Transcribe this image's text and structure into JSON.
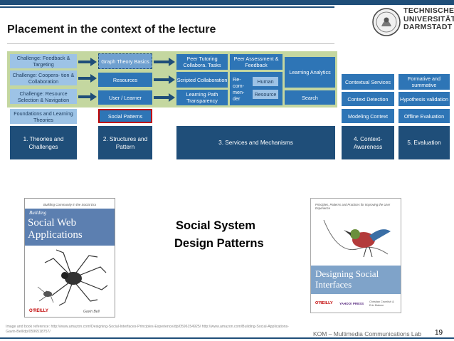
{
  "slide": {
    "title": "Placement in the context of the lecture",
    "logo": {
      "line1": "TECHNISCHE",
      "line2": "UNIVERSITÄT",
      "line3": "DARMSTADT"
    },
    "diagram": {
      "challenges": {
        "feedback": "Challenge: Feedback & Targeting",
        "cooperation": "Challenge: Coopera- tion & Collaboration",
        "resource": "Challenge: Resource Selection & Navigation",
        "foundations": "Foundations and Learning Theories"
      },
      "structures": {
        "graph": "Graph Theory Basics",
        "resources": "Resources",
        "user": "User / Learner",
        "patterns": "Social Patterns"
      },
      "services": {
        "peer_tutoring": "Peer Tutoring Collabora. Tasks",
        "scripted": "Scripted Collaboration",
        "learning_path": "Learning Path Transparency",
        "peer_assessment": "Peer Assessment & Feedback",
        "recommender": "Re- com- men- der",
        "human": "Human",
        "resource": "Resource",
        "analytics": "Learning Analytics",
        "search": "Search"
      },
      "context": {
        "contextual": "Contextual Services",
        "detection": "Context Detection",
        "modeling": "Modeling Context"
      },
      "evaluation": {
        "formative": "Formative and summative",
        "hypothesis": "Hypothesis validation",
        "offline": "Offline Evaluation"
      },
      "bottom": {
        "theories": "1. Theories and Challenges",
        "structures": "2. Structures and Pattern",
        "services": "3. Services and Mechanisms",
        "context": "4. Context- Awareness",
        "evaluation": "5. Evaluation"
      }
    },
    "book1": {
      "tagline": "Building Community in the Social Era",
      "title_top": "Building",
      "title_main": "Social Web Applications",
      "publisher": "O'REILLY",
      "author": "Gavin Bell"
    },
    "book2": {
      "tagline": "Principles, Patterns and Practices for Improving the User Experience",
      "title_main": "Designing Social Interfaces",
      "publisher": "O'REILLY",
      "copublisher": "YAHOO! PRESS",
      "authors": "Christian Crumlish & Erin Malone"
    },
    "main_text": {
      "line1": "Social System",
      "line2": "Design Patterns"
    },
    "footer": {
      "credits": "Image and book reference: http://www.amazon.com/Designing-Social-Interfaces-Principles-Experience/dp/0596154925/ http://www.amazon.com/Building-Social-Applications-Gavin-Bell/dp/0596518757/",
      "lab": "KOM – Multimedia Communications Lab",
      "page": "19"
    }
  }
}
